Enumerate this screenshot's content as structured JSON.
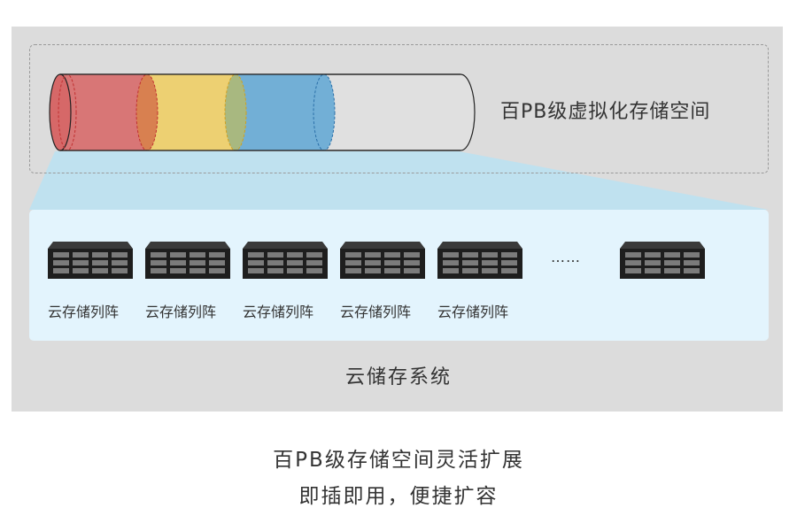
{
  "virtual_storage": {
    "label": "百PB级虚拟化存储空间"
  },
  "storage_arrays": {
    "items": [
      {
        "label": "云存储列阵"
      },
      {
        "label": "云存储列阵"
      },
      {
        "label": "云存储列阵"
      },
      {
        "label": "云存储列阵"
      },
      {
        "label": "云存储列阵"
      }
    ],
    "ellipsis": "……"
  },
  "cloud_system": {
    "label": "云储存系统"
  },
  "captions": {
    "line1": "百PB级存储空间灵活扩展",
    "line2": "即插即用，便捷扩容"
  },
  "colors": {
    "red_segment": "#d87676",
    "yellow_segment": "#edd072",
    "blue_segment": "#72afd6",
    "light_blue_area": "#e3f4fd",
    "projection_blue": "#bfe1ef",
    "gray_panel": "#dcdcdc"
  }
}
